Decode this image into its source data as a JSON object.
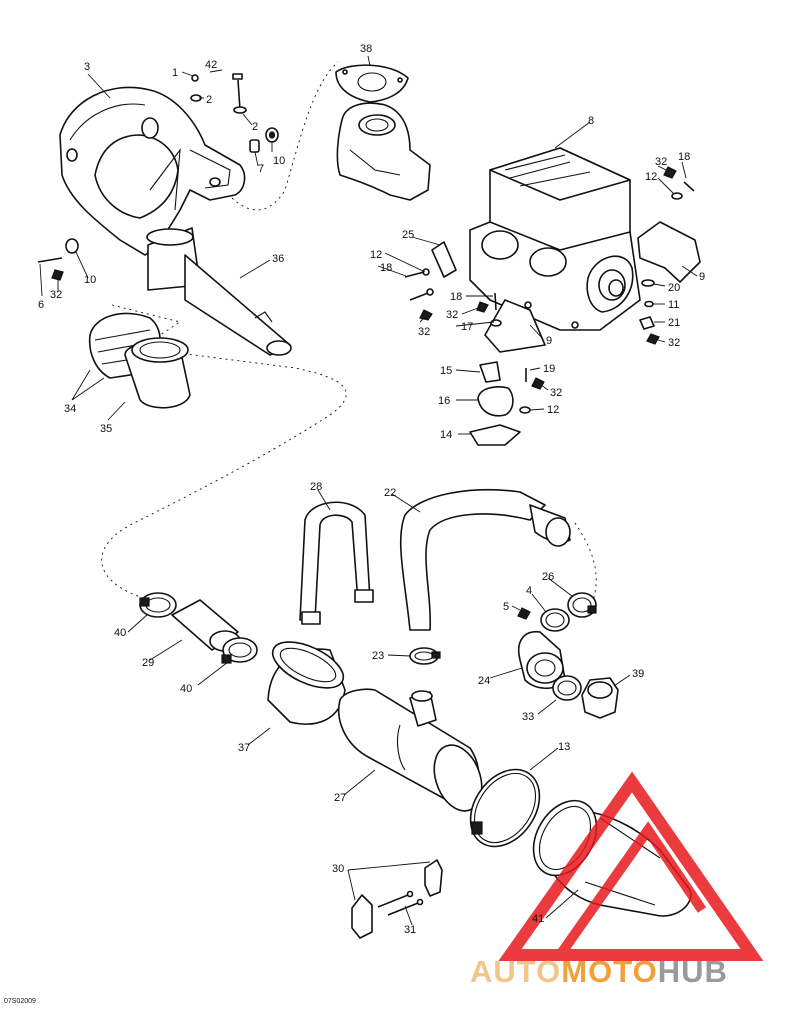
{
  "drawing_code": "07S02009",
  "watermark": {
    "part1": "AUTO",
    "part2": "MOTO",
    "part3": "HUB",
    "colors": {
      "part1": "#f4c58a",
      "part2": "#f0a13a",
      "part3": "#9a9a9a",
      "triangle": "#e8191d"
    }
  },
  "callouts": [
    {
      "id": "c3",
      "text": "3"
    },
    {
      "id": "c1",
      "text": "1"
    },
    {
      "id": "c42",
      "text": "42"
    },
    {
      "id": "c2a",
      "text": "2"
    },
    {
      "id": "c2b",
      "text": "2"
    },
    {
      "id": "c7",
      "text": "7"
    },
    {
      "id": "c10a",
      "text": "10"
    },
    {
      "id": "c38",
      "text": "38"
    },
    {
      "id": "c8",
      "text": "8"
    },
    {
      "id": "c32a",
      "text": "32"
    },
    {
      "id": "c18a",
      "text": "18"
    },
    {
      "id": "c12a",
      "text": "12"
    },
    {
      "id": "c9a",
      "text": "9"
    },
    {
      "id": "c20",
      "text": "20"
    },
    {
      "id": "c11",
      "text": "11"
    },
    {
      "id": "c21",
      "text": "21"
    },
    {
      "id": "c32b",
      "text": "32"
    },
    {
      "id": "c25",
      "text": "25"
    },
    {
      "id": "c12b",
      "text": "12"
    },
    {
      "id": "c18b",
      "text": "18"
    },
    {
      "id": "c18c",
      "text": "18"
    },
    {
      "id": "c32c",
      "text": "32"
    },
    {
      "id": "c32d",
      "text": "32"
    },
    {
      "id": "c17",
      "text": "17"
    },
    {
      "id": "c9b",
      "text": "9"
    },
    {
      "id": "c15",
      "text": "15"
    },
    {
      "id": "c19",
      "text": "19"
    },
    {
      "id": "c32e",
      "text": "32"
    },
    {
      "id": "c16",
      "text": "16"
    },
    {
      "id": "c12c",
      "text": "12"
    },
    {
      "id": "c14",
      "text": "14"
    },
    {
      "id": "c6",
      "text": "6"
    },
    {
      "id": "c32f",
      "text": "32"
    },
    {
      "id": "c10b",
      "text": "10"
    },
    {
      "id": "c36",
      "text": "36"
    },
    {
      "id": "c34",
      "text": "34"
    },
    {
      "id": "c35",
      "text": "35"
    },
    {
      "id": "c28",
      "text": "28"
    },
    {
      "id": "c22",
      "text": "22"
    },
    {
      "id": "c4",
      "text": "4"
    },
    {
      "id": "c26",
      "text": "26"
    },
    {
      "id": "c5",
      "text": "5"
    },
    {
      "id": "c40a",
      "text": "40"
    },
    {
      "id": "c29",
      "text": "29"
    },
    {
      "id": "c40b",
      "text": "40"
    },
    {
      "id": "c23",
      "text": "23"
    },
    {
      "id": "c24",
      "text": "24"
    },
    {
      "id": "c39",
      "text": "39"
    },
    {
      "id": "c33",
      "text": "33"
    },
    {
      "id": "c37",
      "text": "37"
    },
    {
      "id": "c13",
      "text": "13"
    },
    {
      "id": "c27",
      "text": "27"
    },
    {
      "id": "c30",
      "text": "30"
    },
    {
      "id": "c31",
      "text": "31"
    },
    {
      "id": "c41",
      "text": "41"
    }
  ]
}
